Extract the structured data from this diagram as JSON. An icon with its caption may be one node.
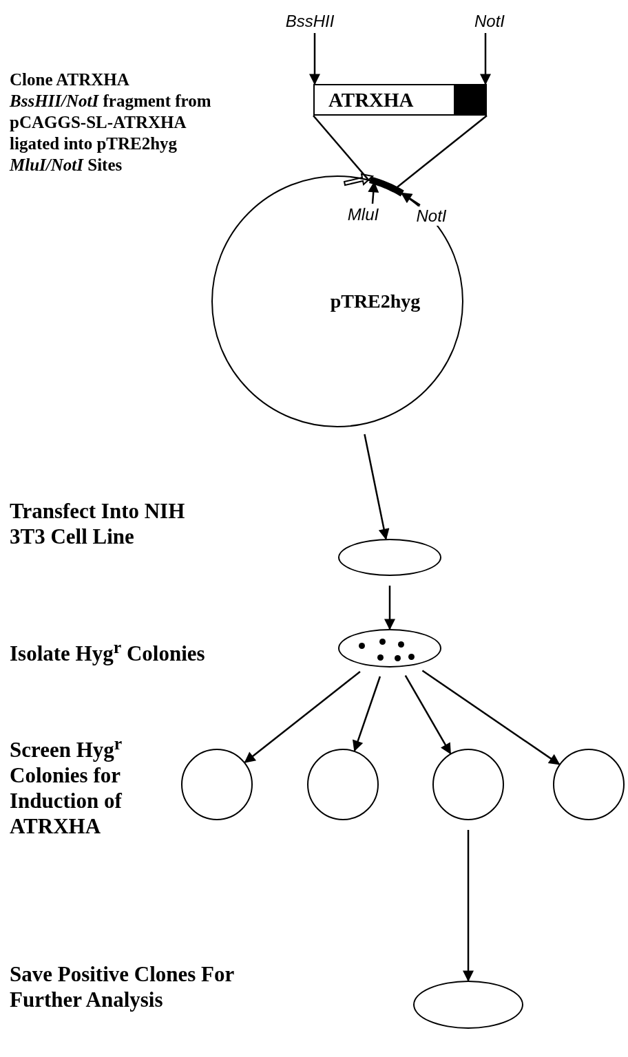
{
  "diagram": {
    "nodes": [
      {
        "text": [
          "BssHII"
        ]
      },
      {
        "text": [
          "NotI"
        ]
      },
      {
        "text": [
          "ATRXHA"
        ]
      },
      {
        "text": [
          "MluI"
        ],
        "in": 5
      },
      {
        "text": [
          "NotI"
        ],
        "in": 5
      },
      {
        "text": [
          "pTRE2hyg"
        ]
      },
      {
        "text": [],
        "shape": "ellipse"
      },
      {
        "text": [],
        "shape": "ellipse"
      },
      {
        "text": [],
        "shape": "circle"
      },
      {
        "text": [],
        "shape": "circle"
      },
      {
        "text": [],
        "shape": "circle"
      },
      {
        "text": [],
        "shape": "circle"
      },
      {
        "text": [],
        "shape": "ellipse"
      }
    ],
    "edges": [
      {
        "from": 0,
        "to": 2,
        "arrow": "to"
      },
      {
        "from": 1,
        "to": 2,
        "arrow": "to"
      },
      {
        "from": 3,
        "to": 5,
        "arrow": "to"
      },
      {
        "from": 4,
        "to": 5,
        "arrow": "to"
      },
      {
        "from": 5,
        "to": 6,
        "arrow": "to"
      },
      {
        "from": 6,
        "to": 7,
        "arrow": "to"
      },
      {
        "from": 7,
        "to": 8,
        "arrow": "to"
      },
      {
        "from": 7,
        "to": 9,
        "arrow": "to"
      },
      {
        "from": 7,
        "to": 10,
        "arrow": "to"
      },
      {
        "from": 7,
        "to": 11,
        "arrow": "to"
      },
      {
        "from": 10,
        "to": 12,
        "arrow": "to"
      },
      {
        "from": 2,
        "to": 5,
        "arrow": "none"
      },
      {
        "from": 2,
        "to": 5,
        "arrow": "none"
      }
    ],
    "labels": [
      "Clone ATRXHA *BssHII/NotI* fragment from pCAGGS-SL-ATRXHA ligated into pTRE2hyg *MluI/NotI* Sites",
      "Transfect Into NIH 3T3 Cell Line",
      "Isolate Hyg$^{r}$ Colonies",
      "Screen Hyg$^{r}$ Colonies for Induction of ATRXHA",
      "Save Positive Clones For Further Analysis"
    ]
  }
}
